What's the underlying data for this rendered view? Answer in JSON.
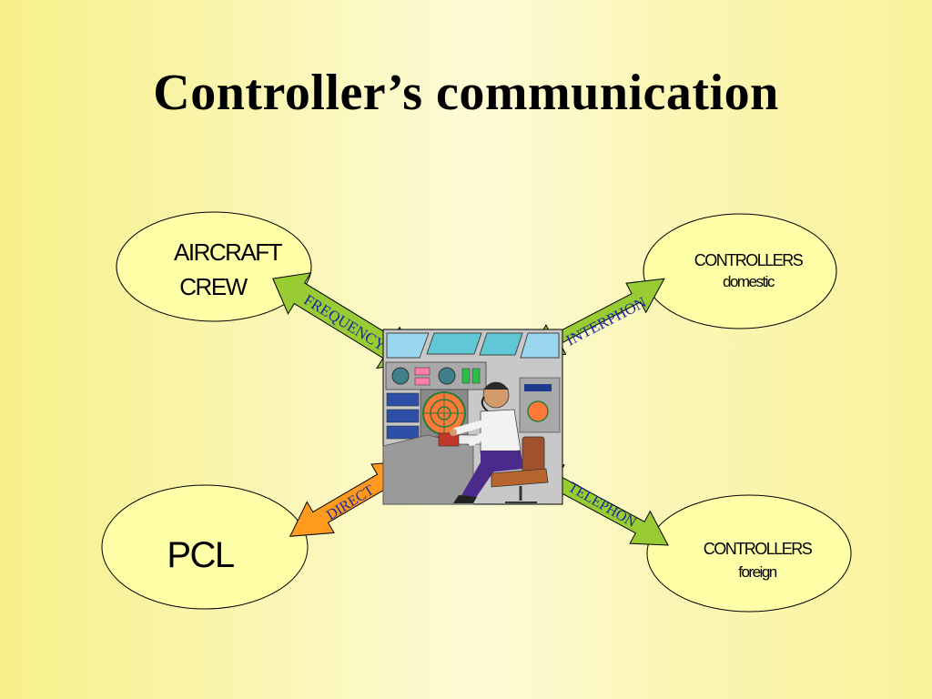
{
  "slide": {
    "title": "Controller’s communication"
  },
  "colors": {
    "ellipse_fill": "#ffffa8",
    "arrow_green": "#99cc33",
    "arrow_orange": "#ff9a1f",
    "arrow_text": "#1a2a9c"
  },
  "nodes": {
    "aircraft_crew": {
      "line1": "AIRCRAFT",
      "line2": "CREW"
    },
    "controllers_domestic": {
      "line1": "CONTROLLERS",
      "line2": "domestic"
    },
    "pcl": {
      "label": "PCL"
    },
    "controllers_foreign": {
      "line1": "CONTROLLERS",
      "line2": "foreign"
    }
  },
  "links": {
    "frequency": "FREQUENCY",
    "interphon": "INTERPHON",
    "direct": "DIRECT",
    "telephon": "TELEPHON"
  },
  "center_image": {
    "icon": "air-traffic-controller-icon"
  }
}
